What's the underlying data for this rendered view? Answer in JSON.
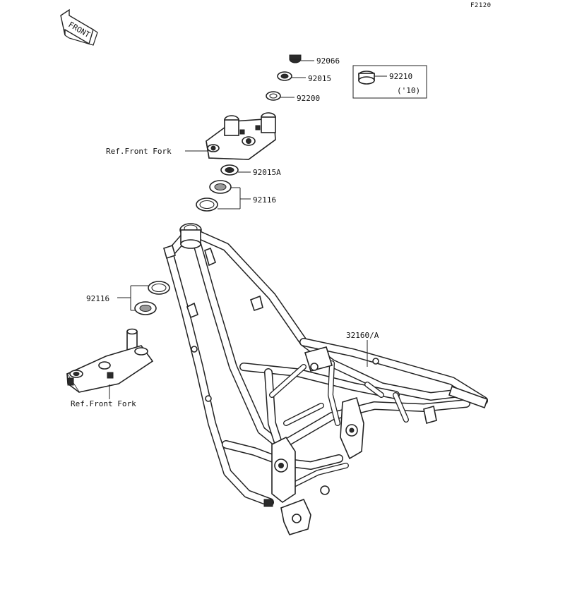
{
  "diagram_code": "F2120",
  "front_marker": {
    "label": "FRONT",
    "icon": "front-direction-arrow-icon"
  },
  "parts": [
    {
      "number": "92066"
    },
    {
      "number": "92015"
    },
    {
      "number": "92200"
    },
    {
      "number": "92210",
      "note": "('10)"
    },
    {
      "number": "Ref.Front Fork"
    },
    {
      "number": "92015A"
    },
    {
      "number": "92116"
    },
    {
      "number": "92116"
    },
    {
      "number": "32160/A"
    },
    {
      "number": "Ref.Front Fork"
    }
  ],
  "colors": {
    "line": "#222222",
    "background": "#ffffff",
    "fill_dark": "#2b2b2b",
    "fill_grey": "#9a9a9a"
  }
}
